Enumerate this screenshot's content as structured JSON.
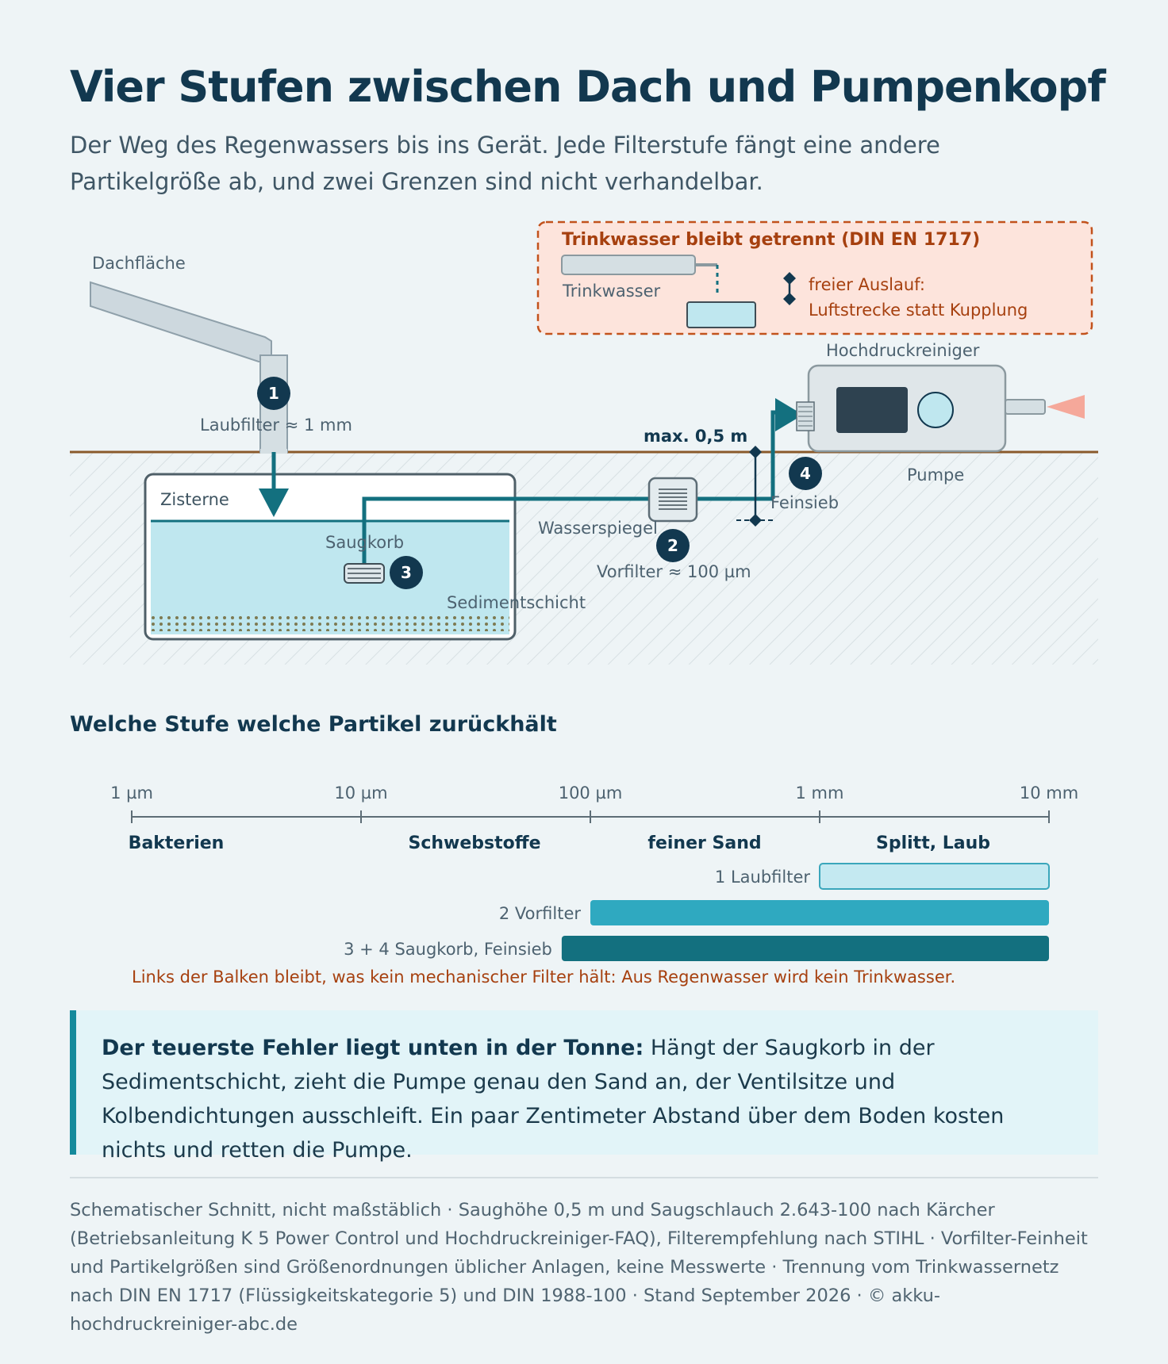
{
  "title": "Vier Stufen zwischen Dach und Pumpenkopf",
  "subtitle": "Der Weg des Regenwassers bis ins Gerät. Jede Filterstufe fängt eine andere Partikelgröße ab, und zwei Grenzen sind nicht verhandelbar.",
  "diagram": {
    "roof_label": "Dachfläche",
    "stage1_label": "Laubfilter ≈ 1 mm",
    "cistern_label": "Zisterne",
    "suction_label": "Saugkorb",
    "sediment_label": "Sedimentschicht",
    "waterlevel_label": "Wasserspiegel",
    "prefilter_label": "Vorfilter ≈ 100 µm",
    "height_label": "max. 0,5 m",
    "finesieve_label": "Feinsieb",
    "pump_label": "Pumpe",
    "washer_label": "Hochdruckreiniger",
    "badges": [
      "1",
      "2",
      "3",
      "4"
    ],
    "separation": {
      "title": "Trinkwasser bleibt getrennt (DIN EN 1717)",
      "drinking_label": "Trinkwasser",
      "gap_line1": "freier Auslauf:",
      "gap_line2": "Luftstrecke statt Kupplung"
    },
    "colors": {
      "water": "#bfe7ef",
      "pipe": "#13707f",
      "badge": "#12384f",
      "alert": "#a6400f",
      "spray": "#f5a89a"
    }
  },
  "chart_heading": "Welche Stufe welche Partikel zurückhält",
  "chart_data": {
    "type": "bar",
    "scale": "log",
    "x_ticks": [
      "1 µm",
      "10 µm",
      "100 µm",
      "1 mm",
      "10 mm"
    ],
    "x_tick_values_um": [
      1,
      10,
      100,
      1000,
      10000
    ],
    "categories_bands": [
      "Bakterien",
      "Schwebstoffe",
      "feiner Sand",
      "Splitt, Laub"
    ],
    "bars": [
      {
        "label": "1 Laubfilter",
        "from_um": 1000,
        "to_um": 10000,
        "color": "#c4e9f1"
      },
      {
        "label": "2 Vorfilter",
        "from_um": 100,
        "to_um": 10000,
        "color": "#2fa9c0"
      },
      {
        "label": "3 + 4 Saugkorb, Feinsieb",
        "from_um": 75,
        "to_um": 10000,
        "color": "#13707f"
      }
    ],
    "annotation": "Links der Balken bleibt, was kein mechanischer Filter hält: Aus Regenwasser wird kein Trinkwasser."
  },
  "note": {
    "lead": "Der teuerste Fehler liegt unten in der Tonne:",
    "text": " Hängt der Saugkorb in der Sedimentschicht, zieht die Pumpe genau den Sand an, der Ventilsitze und Kolbendichtungen ausschleift. Ein paar Zentimeter Abstand über dem Boden kosten nichts und retten die Pumpe."
  },
  "footer": "Schematischer Schnitt, nicht maßstäblich · Saughöhe 0,5 m und Saugschlauch 2.643-100 nach Kärcher (Betriebsanleitung K 5 Power Control und Hochdruckreiniger-FAQ), Filterempfehlung nach STIHL · Vorfilter-Feinheit und Partikelgrößen sind Größenordnungen üblicher Anlagen, keine Messwerte · Trennung vom Trinkwassernetz nach DIN EN 1717 (Flüssigkeitskategorie 5) und DIN 1988-100 · Stand September 2026 · © akku-hochdruckreiniger-abc.de"
}
